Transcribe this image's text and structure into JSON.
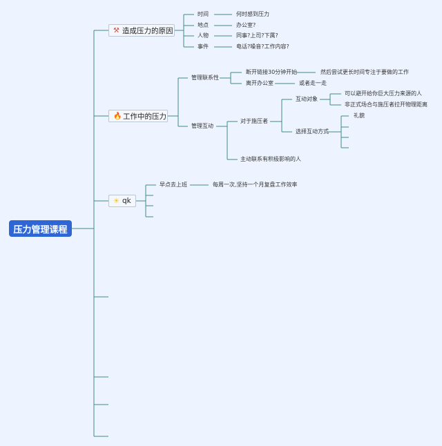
{
  "root": "压力管理课程",
  "topics": [
    {
      "label": "造成压力的原因",
      "icon": "hammer-icon",
      "items": [
        {
          "key": "时间",
          "value": "何时感到压力"
        },
        {
          "key": "地点",
          "value": "办公室?"
        },
        {
          "key": "人物",
          "value": "同事?上司?下属?"
        },
        {
          "key": "事件",
          "value": "电话?噪音?工作内容?"
        }
      ]
    },
    {
      "label": "工作中的压力",
      "icon": "fire-icon",
      "branches": [
        {
          "label": "管理联系性",
          "items": [
            {
              "label": "断开链接30分钟开始",
              "detail": "然后尝试更长时间专注于要做的工作"
            },
            {
              "label": "离开办公室",
              "detail": "或者走一走"
            }
          ]
        },
        {
          "label": "管理互动",
          "items": [
            {
              "label": "对于施压者",
              "children": [
                {
                  "label": "互动对象",
                  "children": [
                    "可以避开给你巨大压力来源的人",
                    "非正式场合与施压者拉开物理距离"
                  ]
                },
                {
                  "label": "选择互动方式",
                  "children": [
                    "礼貌"
                  ]
                }
              ]
            },
            {
              "label": "主动联系有积极影响的人"
            }
          ]
        }
      ]
    },
    {
      "label": "qk",
      "icon": "sun-icon",
      "items": [
        {
          "label": "早点去上班",
          "detail": "每周一次,坚持一个月复盘工作效率"
        }
      ]
    }
  ]
}
